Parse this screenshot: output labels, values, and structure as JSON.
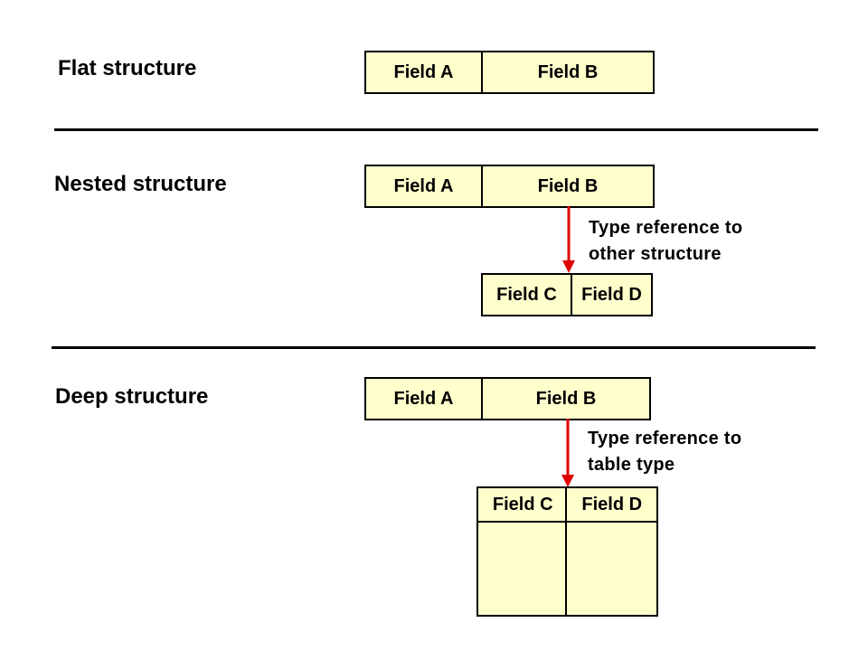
{
  "sections": {
    "flat": {
      "title": "Flat structure",
      "fields": [
        "Field A",
        "Field B"
      ]
    },
    "nested": {
      "title": "Nested structure",
      "fields": [
        "Field A",
        "Field B"
      ],
      "annotation": [
        "Type reference to",
        "other structure"
      ],
      "sub_fields": [
        "Field C",
        "Field D"
      ]
    },
    "deep": {
      "title": "Deep structure",
      "fields": [
        "Field A",
        "Field B"
      ],
      "annotation": [
        "Type reference to",
        "table type"
      ],
      "table_columns": [
        "Field C",
        "Field D"
      ]
    }
  },
  "colors": {
    "box_fill": "#ffffcc",
    "arrow": "#e00000",
    "rule": "#000000"
  }
}
